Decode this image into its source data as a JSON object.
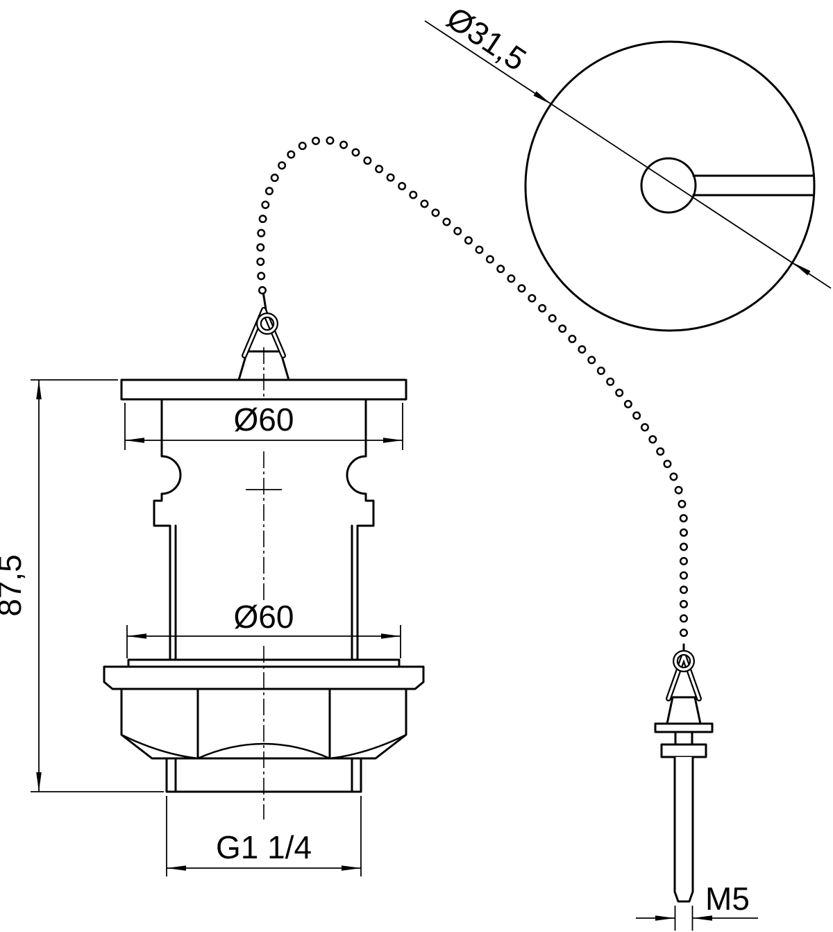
{
  "drawing": {
    "background_color": "#ffffff",
    "line_color": "#000000",
    "top_view": {
      "diameter_label": "Ø31,5"
    },
    "front_view": {
      "flange_diameter_label": "Ø60",
      "body_diameter_label": "Ø60",
      "overall_height_label": "87,5",
      "outlet_thread_label": "G1 1/4"
    },
    "plug": {
      "pin_thread_label": "M5"
    }
  }
}
